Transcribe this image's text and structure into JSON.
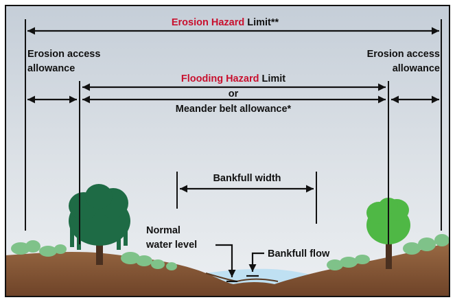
{
  "labels": {
    "erosion_hazard_red": "Erosion Hazard",
    "erosion_hazard_rest": " Limit**",
    "erosion_access_line1": "Erosion access",
    "erosion_access_line2": "allowance",
    "flooding_hazard_red": "Flooding Hazard",
    "flooding_hazard_rest": " Limit",
    "or": "or",
    "meander_belt": "Meander belt allowance*",
    "bankfull_width": "Bankfull width",
    "normal_water_line1": "Normal",
    "normal_water_line2": "water level",
    "bankfull_flow": "Bankfull flow"
  },
  "colors": {
    "emphasis_red": "#c8102e",
    "sky_top": "#c5ced8",
    "sky_bottom": "#e6eaee",
    "ground": "#8a5a38",
    "water": "#bfe0f2",
    "willow_tree": "#1e6b45",
    "round_tree": "#4fb845",
    "shrubs": "#7fc289"
  }
}
